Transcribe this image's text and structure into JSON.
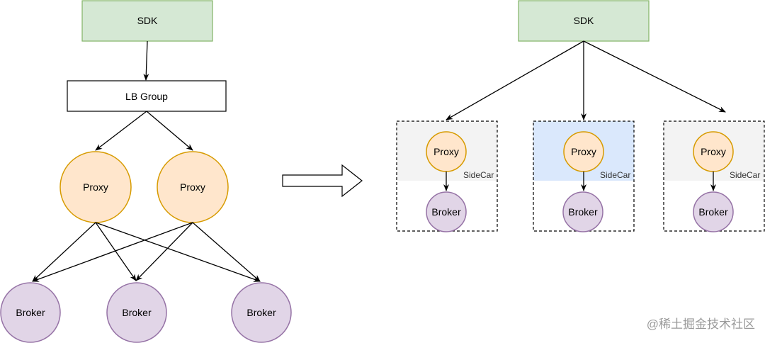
{
  "colors": {
    "sdk_fill": "#d5e8d4",
    "sdk_stroke": "#82b366",
    "proxy_fill": "#ffe6cc",
    "proxy_stroke": "#d79b00",
    "broker_fill": "#e1d5e7",
    "broker_stroke": "#9673a6",
    "sidecar_gray": "#f3f3f3",
    "sidecar_blue": "#dae8fc",
    "line": "#000000"
  },
  "left": {
    "sdk": "SDK",
    "lb_group": "LB Group",
    "proxies": [
      "Proxy",
      "Proxy"
    ],
    "brokers": [
      "Broker",
      "Broker",
      "Broker"
    ]
  },
  "transition_arrow": "right-arrow",
  "right": {
    "sdk": "SDK",
    "pods": [
      {
        "proxy": "Proxy",
        "broker": "Broker",
        "sidecar": "SideCar",
        "highlighted": false
      },
      {
        "proxy": "Proxy",
        "broker": "Broker",
        "sidecar": "SideCar",
        "highlighted": true
      },
      {
        "proxy": "Proxy",
        "broker": "Broker",
        "sidecar": "SideCar",
        "highlighted": false
      }
    ]
  },
  "watermark": "@稀土掘金技术社区"
}
